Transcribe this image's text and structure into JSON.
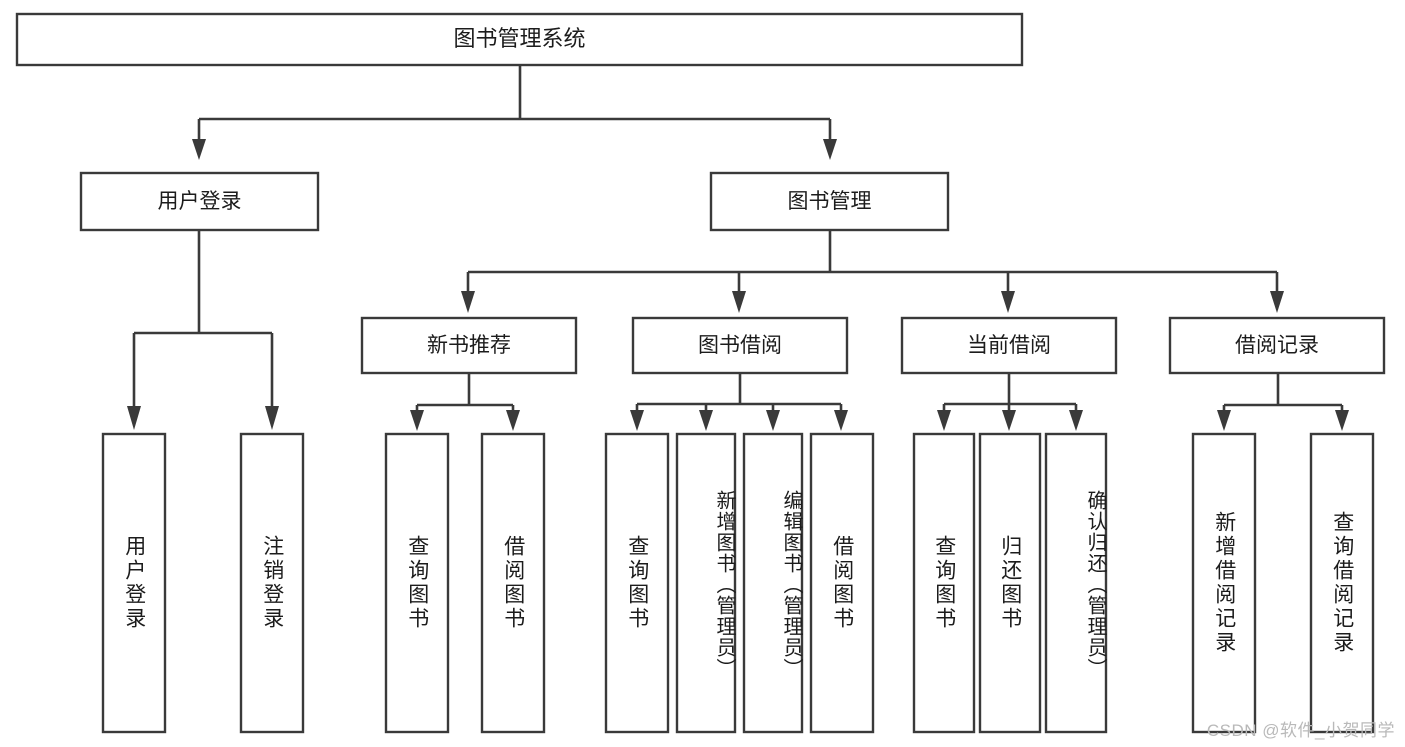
{
  "diagram": {
    "type": "tree-hierarchy",
    "title": "图书管理系统",
    "watermark": "CSDN @软件_小贺同学",
    "colors": {
      "box_stroke": "#3a3a3a",
      "box_fill": "#ffffff",
      "connector": "#3a3a3a",
      "text": "#1c1c1c",
      "watermark": "#b9b9b9",
      "background": "#ffffff"
    },
    "root": {
      "label": "图书管理系统"
    },
    "level2": [
      {
        "label": "用户登录"
      },
      {
        "label": "图书管理"
      }
    ],
    "level3": [
      {
        "label": "新书推荐"
      },
      {
        "label": "图书借阅"
      },
      {
        "label": "当前借阅"
      },
      {
        "label": "借阅记录"
      }
    ],
    "leaves": {
      "user_login": [
        {
          "label": "用户登录"
        },
        {
          "label": "注销登录"
        }
      ],
      "new_book": [
        {
          "label": "查询图书"
        },
        {
          "label": "借阅图书"
        }
      ],
      "book_borrow": [
        {
          "label": "查询图书"
        },
        {
          "label": "新增图书（管理员）"
        },
        {
          "label": "编辑图书（管理员）"
        },
        {
          "label": "借阅图书"
        }
      ],
      "current_borrow": [
        {
          "label": "查询图书"
        },
        {
          "label": "归还图书"
        },
        {
          "label": "确认归还（管理员）"
        }
      ],
      "borrow_record": [
        {
          "label": "新增借阅记录"
        },
        {
          "label": "查询借阅记录"
        }
      ]
    }
  }
}
